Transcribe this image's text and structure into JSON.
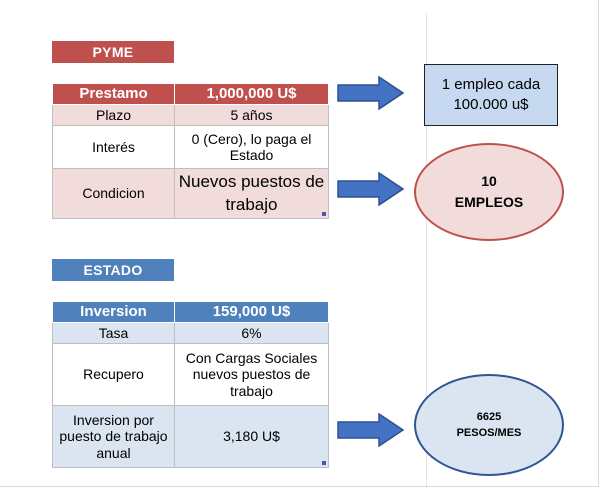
{
  "pyme": {
    "label": "PYME",
    "table": {
      "header": [
        "Prestamo",
        "1,000,000 U$"
      ],
      "rows": [
        [
          "Plazo",
          "5 años"
        ],
        [
          "Interés",
          "0 (Cero), lo paga el Estado"
        ],
        [
          "Condicion",
          "Nuevos puestos de trabajo"
        ]
      ]
    },
    "callout_box": {
      "line1": "1 empleo cada",
      "line2": "100.000 u$"
    },
    "callout_ellipse": {
      "line1": "10",
      "line2": "EMPLEOS"
    }
  },
  "estado": {
    "label": "ESTADO",
    "table": {
      "header": [
        "Inversion",
        "159,000 U$"
      ],
      "rows": [
        [
          "Tasa",
          "6%"
        ],
        [
          "Recupero",
          "Con Cargas Sociales nuevos puestos de trabajo"
        ],
        [
          "Inversion por puesto de trabajo anual",
          "3,180 U$"
        ]
      ]
    },
    "callout_ellipse": {
      "line1": "6625",
      "line2": "PESOS/MES"
    }
  },
  "colors": {
    "pyme_red": "#c0504d",
    "estado_blue": "#4f81bd",
    "arrow_blue": "#4472c4",
    "callout_fill": "#c6d9f1",
    "ellipse_pink": "#f2dcdb",
    "ellipse_blue": "#dbe5f1"
  }
}
